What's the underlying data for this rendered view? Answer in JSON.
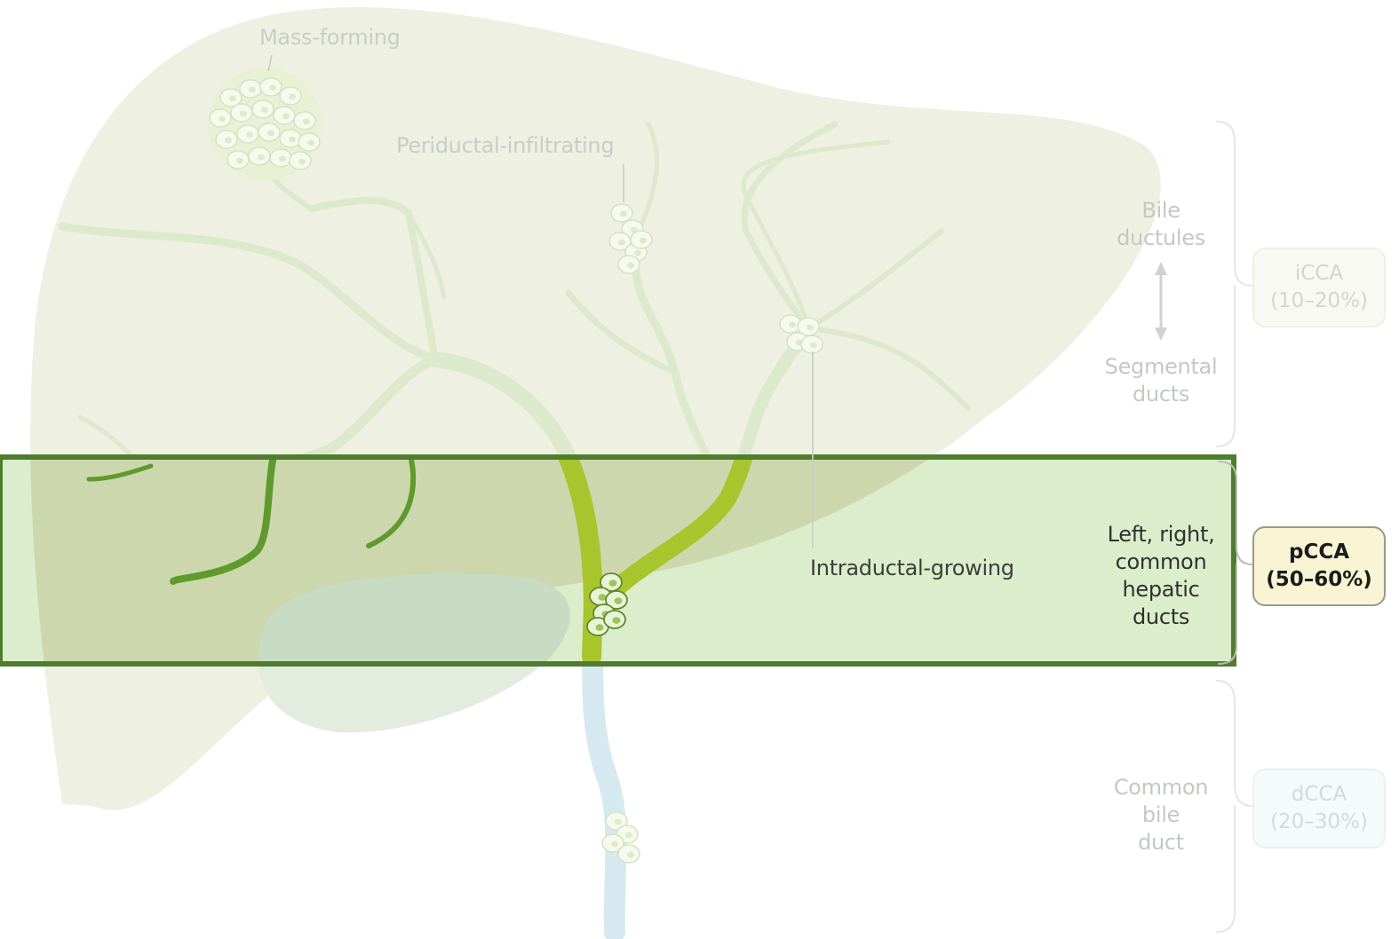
{
  "colors": {
    "liver_fill": "#eef0e2",
    "highlight_fill": "#dbedcc",
    "highlight_border": "#4e7d2e",
    "duct_active": "#a9c52e",
    "duct_faded": "#cfe2b4",
    "bile_duct_blue": "#bcdde9",
    "icca_badge_fill": "#f8f9f3",
    "pcca_badge_fill": "#f8f4d4",
    "dcca_badge_fill": "#f5fafb",
    "text_active": "#2e332e",
    "text_faded": "#c4c9c4"
  },
  "tumour_patterns": {
    "mass_forming": "Mass-forming",
    "periductal_infiltrating": "Periductal-infiltrating",
    "intraductal_growing": "Intraductal-growing"
  },
  "duct_levels": {
    "bile_ductules": [
      "Bile",
      "ductules"
    ],
    "segmental_ducts": [
      "Segmental",
      "ducts"
    ],
    "hepatic_ducts": [
      "Left, right,",
      "common",
      "hepatic",
      "ducts"
    ],
    "common_bile_duct": [
      "Common",
      "bile",
      "duct"
    ]
  },
  "subtypes": {
    "icca": {
      "name": "iCCA",
      "range": "(10–20%)",
      "highlighted": false
    },
    "pcca": {
      "name": "pCCA",
      "range": "(50–60%)",
      "highlighted": true
    },
    "dcca": {
      "name": "dCCA",
      "range": "(20–30%)",
      "highlighted": false
    }
  },
  "icons": {
    "level_arrow": "double-headed-vertical-arrow-icon",
    "tumour_cluster": "cell-cluster-icon"
  }
}
